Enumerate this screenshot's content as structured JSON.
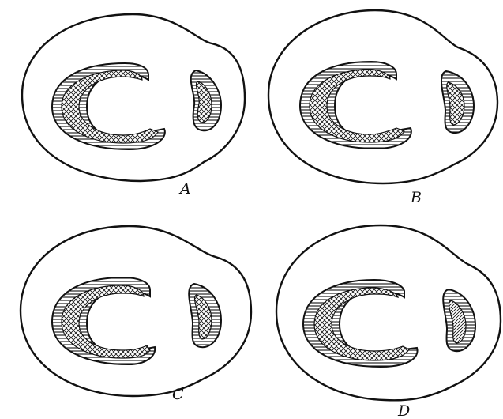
{
  "figure": {
    "panels": [
      {
        "id": "A",
        "label": "A",
        "colors": {
          "line": "#111111",
          "ground": "#ffffff"
        }
      },
      {
        "id": "B",
        "label": "B",
        "colors": {
          "line": "#111111",
          "ground": "#ffffff"
        }
      },
      {
        "id": "C",
        "label": "C",
        "colors": {
          "line": "#111111",
          "ground": "#ffffff"
        }
      },
      {
        "id": "D",
        "label": "D",
        "colors": {
          "line": "#111111",
          "ground": "#ffffff"
        }
      }
    ]
  }
}
